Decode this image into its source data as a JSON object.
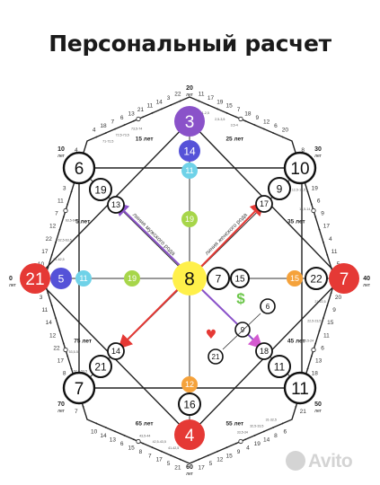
{
  "title": "Персональный расчет",
  "watermark": "Avito",
  "colors": {
    "violet": "#8a52c9",
    "indigo": "#5552d8",
    "red": "#e53935",
    "yellow": "#fff04a",
    "green": "#a7d64a",
    "cyan": "#6fd2e8",
    "orange": "#f5a23b",
    "magenta": "#d45ad0"
  },
  "age_markers": [
    {
      "label": "0",
      "unit": "лет"
    },
    {
      "label": "10",
      "unit": "лет"
    },
    {
      "label": "20",
      "unit": "лет"
    },
    {
      "label": "30",
      "unit": "лет"
    },
    {
      "label": "40",
      "unit": "лет"
    },
    {
      "label": "50",
      "unit": "лет"
    },
    {
      "label": "60",
      "unit": "лет"
    },
    {
      "label": "70",
      "unit": "лет"
    }
  ],
  "half_markers": [
    "5 лет",
    "15 лет",
    "25 лет",
    "35 лет",
    "45 лет",
    "55 лет",
    "65 лет",
    "75 лет"
  ],
  "octagon_numbers": [
    [
      "20",
      "9",
      "15",
      "11",
      "6",
      "13",
      "18",
      "12",
      "19",
      "21"
    ],
    [
      "6",
      "8",
      "14",
      "19",
      "4",
      "9",
      "15",
      "12",
      "5",
      "17"
    ],
    [
      "21",
      "5",
      "17",
      "7",
      "8",
      "15",
      "6",
      "13",
      "14",
      "10"
    ],
    [
      "7",
      "16",
      "9",
      "8",
      "17",
      "22",
      "12",
      "14",
      "11",
      "3"
    ],
    [
      "10",
      "17",
      "22",
      "12",
      "7",
      "11",
      "3",
      "18",
      "22",
      "4"
    ],
    [
      "4",
      "18",
      "7",
      "6",
      "13",
      "21",
      "11",
      "14",
      "3",
      "22"
    ],
    [
      "11",
      "17",
      "19",
      "15",
      "7",
      "18",
      "9",
      "12",
      "6",
      "20"
    ],
    [
      "8",
      "14",
      "13",
      "19",
      "6",
      "9",
      "17",
      "4",
      "11",
      "5"
    ]
  ],
  "octagon_ranges": [
    [
      "21-22,5",
      "22,5-23,5",
      "23,5-24"
    ],
    [
      "31-32,5",
      "32,5-33,5",
      "33,5-34"
    ],
    [
      "41-42,5",
      "42,5-43,5",
      "43,5-44"
    ],
    [
      "51-52,5",
      "52,5-53,5",
      "53,5-54"
    ],
    [
      "61-62,5",
      "62,5-63,5",
      "63,5-64"
    ],
    [
      "71-72,5",
      "72,5-73,5",
      "73,5-74"
    ],
    [
      "1-2,5",
      "2,5-3,5",
      "3,5-4"
    ],
    [
      "11-12,5",
      "12,5-13,5",
      "13,5-14"
    ]
  ],
  "nodes": {
    "top_main": "3",
    "top_second": "14",
    "top_third": "11",
    "top_inner": "19",
    "left_main": "21",
    "left_second": "5",
    "left_third": "11",
    "left_inner": "19",
    "right_main": "7",
    "right_second": "22",
    "right_third": "15",
    "bottom_main": "4",
    "bottom_second": "16",
    "bottom_third": "12",
    "center": "8",
    "center_r1": "7",
    "center_r2": "15",
    "tl_main": "6",
    "tl_second": "19",
    "tl_third": "13",
    "tr_main": "10",
    "tr_second": "9",
    "tr_third": "17",
    "bl_main": "7",
    "bl_second": "21",
    "bl_third": "14",
    "br_main": "11",
    "br_second": "11",
    "br_third": "18",
    "money": "$",
    "heart": "♥",
    "money_a": "6",
    "money_b": "9",
    "money_c": "21"
  },
  "line_male": "линия мужского рода",
  "line_female": "линия женского рода"
}
